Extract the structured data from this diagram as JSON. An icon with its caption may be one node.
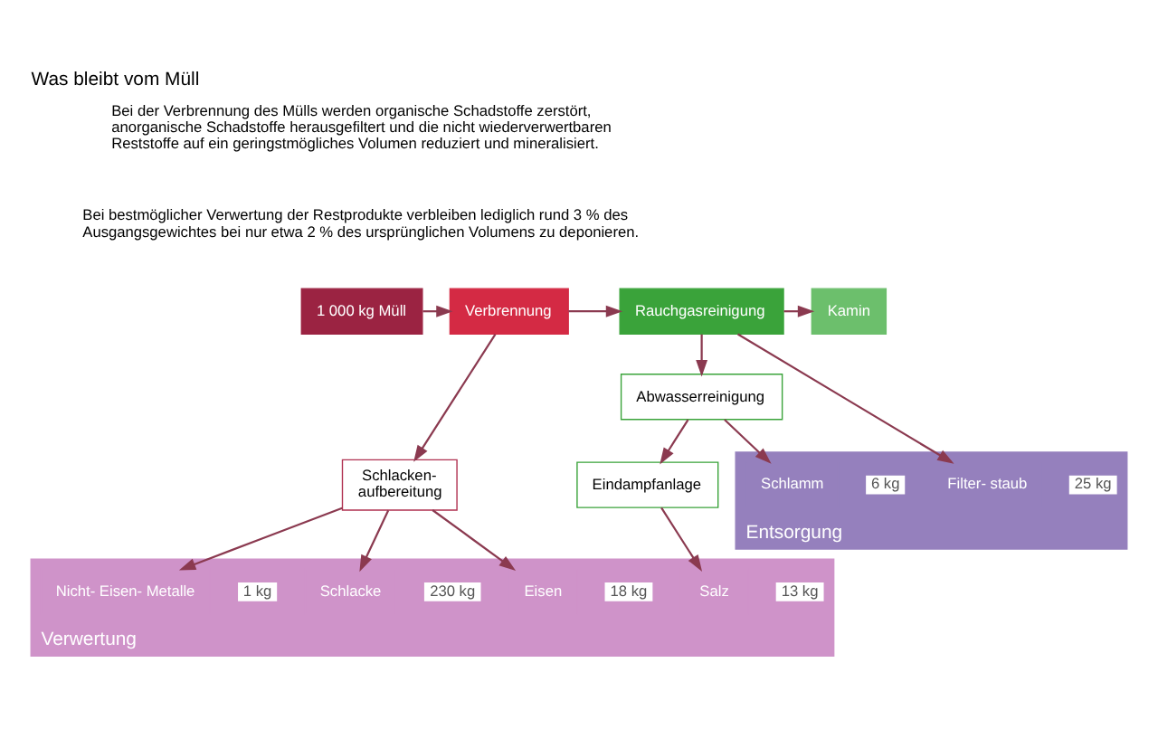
{
  "diagram": {
    "title": "Was bleibt vom Müll",
    "nodes": [
      {
        "text": [
          "1 000 kg Müll"
        ]
      },
      {
        "text": [
          "Verbrennung"
        ]
      },
      {
        "text": [
          "Rauchgasreinigung"
        ]
      },
      {
        "text": [
          "Kamin"
        ]
      },
      {
        "text": [
          "Schlacken- aufbereitung"
        ]
      },
      {
        "text": [
          "Abwasserreinigung"
        ]
      },
      {
        "text": [
          "Eindampfanlage"
        ]
      },
      {
        "text": [
          "Verwertung"
        ]
      },
      {
        "text": [
          "Nicht- Eisen- Metalle"
        ],
        "in": 7,
        "beside": [
          "1 kg"
        ]
      },
      {
        "text": [
          "Schlacke"
        ],
        "in": 7,
        "beside": [
          "230 kg"
        ]
      },
      {
        "text": [
          "Eisen"
        ],
        "in": 7,
        "beside": [
          "18 kg"
        ]
      },
      {
        "text": [
          "Salz"
        ],
        "in": 7,
        "beside": [
          "13 kg"
        ]
      },
      {
        "text": [
          "Entsorgung"
        ]
      },
      {
        "text": [
          "Schlamm"
        ],
        "in": 12,
        "beside": [
          "6 kg"
        ]
      },
      {
        "text": [
          "Filter- staub"
        ],
        "in": 12,
        "beside": [
          "25 kg"
        ]
      }
    ],
    "edges": [
      {
        "from": 0,
        "to": 1,
        "arrow": "to"
      },
      {
        "from": 1,
        "to": 2,
        "arrow": "to"
      },
      {
        "from": 2,
        "to": 3,
        "arrow": "to"
      },
      {
        "from": 1,
        "to": 4,
        "arrow": "to"
      },
      {
        "from": 2,
        "to": 5,
        "arrow": "to"
      },
      {
        "from": 5,
        "to": 6,
        "arrow": "to"
      },
      {
        "from": 4,
        "to": 8,
        "arrow": "to"
      },
      {
        "from": 4,
        "to": 9,
        "arrow": "to"
      },
      {
        "from": 4,
        "to": 10,
        "arrow": "to"
      },
      {
        "from": 6,
        "to": 11,
        "arrow": "to"
      },
      {
        "from": 5,
        "to": 13,
        "arrow": "to"
      },
      {
        "from": 2,
        "to": 14,
        "arrow": "to"
      }
    ],
    "labels": [
      "Bei der Verbrennung des Mülls werden organische Schadstoffe zerstört, anorganische Schadstoffe herausgefiltert und die nicht wiederverwertbaren Reststoffe auf ein geringstmögliches Volumen reduziert und mineralisiert.",
      "Bei bestmöglicher Verwertung der Restprodukte verbleiben lediglich rund 3 % des Ausgangsgewichtes bei nur etwa 2 % des ursprünglichen Volumens zu deponieren."
    ]
  }
}
